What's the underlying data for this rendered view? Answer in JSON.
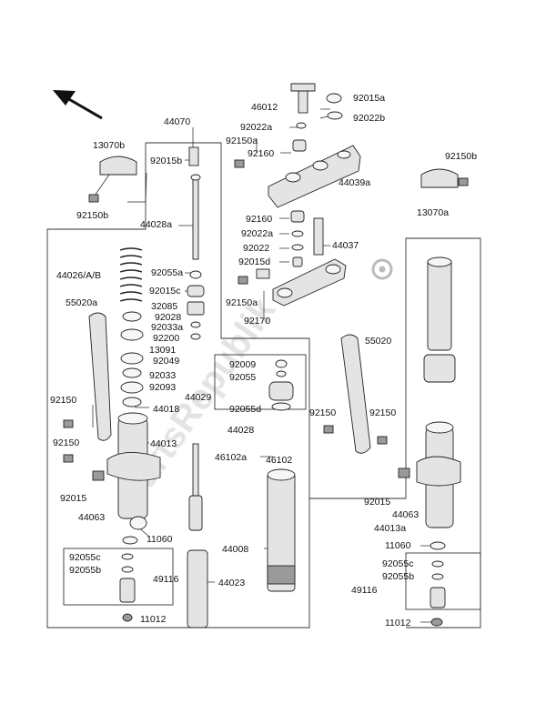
{
  "watermark": "PartsRepublik",
  "labels": {
    "p44070": "44070",
    "p46012": "46012",
    "p92015a": "92015a",
    "p92022a": "92022a",
    "p92022b": "92022b",
    "p92150a_top": "92150a",
    "p92160_top": "92160",
    "p13070b": "13070b",
    "p92015b": "92015b",
    "p44039a": "44039a",
    "p92150b_right": "92150b",
    "p92150b_left": "92150b",
    "p13070a": "13070a",
    "p44028a": "44028a",
    "p92160_mid": "92160",
    "p92022a_mid": "92022a",
    "p92022_mid": "92022",
    "p44037": "44037",
    "p92015d": "92015d",
    "p44026": "44026/A/B",
    "p92055a": "92055a",
    "p92015c": "92015c",
    "p92150a_mid": "92150a",
    "p55020a": "55020a",
    "p32085": "32085",
    "p92028": "92028",
    "p92033a": "92033a",
    "p92170": "92170",
    "p92200": "92200",
    "p13091": "13091",
    "p92049": "92049",
    "p55020": "55020",
    "p92009": "92009",
    "p92055": "92055",
    "p92033": "92033",
    "p92093": "92093",
    "p44029": "44029",
    "p44018": "44018",
    "p92150_l": "92150",
    "p92055d": "92055d",
    "p92150_r1": "92150",
    "p92150_r2": "92150",
    "p44028": "44028",
    "p92150_l2": "92150",
    "p44013": "44013",
    "p46102a": "46102a",
    "p46102": "46102",
    "p92015_l": "92015",
    "p92015_r": "92015",
    "p44063_l": "44063",
    "p44063_r": "44063",
    "p44013a": "44013a",
    "p11060_l": "11060",
    "p11060_r": "11060",
    "p44008": "44008",
    "p92055c_l": "92055c",
    "p92055b_l": "92055b",
    "p49116_l": "49116",
    "p44023": "44023",
    "p92055c_r": "92055c",
    "p92055b_r": "92055b",
    "p49116_r": "49116",
    "p11012_l": "11012",
    "p11012_r": "11012"
  }
}
